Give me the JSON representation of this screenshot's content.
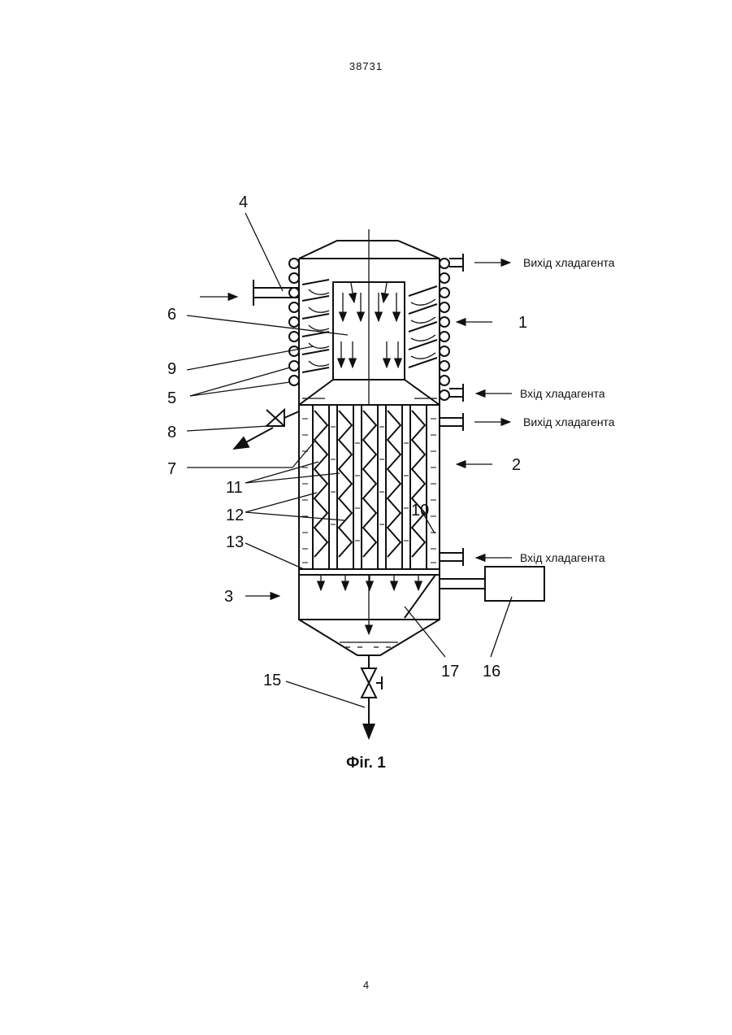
{
  "header": {
    "doc_number": "38731"
  },
  "footer": {
    "page_number": "4"
  },
  "figure": {
    "caption": "Фіг. 1",
    "part_numbers": [
      "1",
      "2",
      "3",
      "4",
      "5",
      "6",
      "7",
      "8",
      "9",
      "10",
      "11",
      "12",
      "13",
      "15",
      "16",
      "17"
    ],
    "coolant_labels": {
      "top_outlet": "Вихід хладагента",
      "top_inlet": "Вхід хладагента",
      "mid_outlet": "Вихід хладагента",
      "bottom_inlet": "Вхід хладагента"
    }
  }
}
